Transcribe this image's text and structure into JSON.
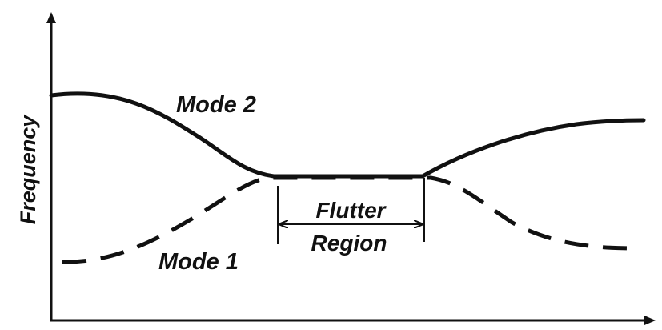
{
  "diagram": {
    "y_axis_label": "Frequency",
    "curves": {
      "mode2": {
        "label": "Mode 2",
        "style": "solid"
      },
      "mode1": {
        "label": "Mode 1",
        "style": "dashed"
      }
    },
    "flutter_region": {
      "line1": "Flutter",
      "line2": "Region"
    },
    "colors": {
      "ink": "#111111",
      "background": "#ffffff"
    }
  }
}
